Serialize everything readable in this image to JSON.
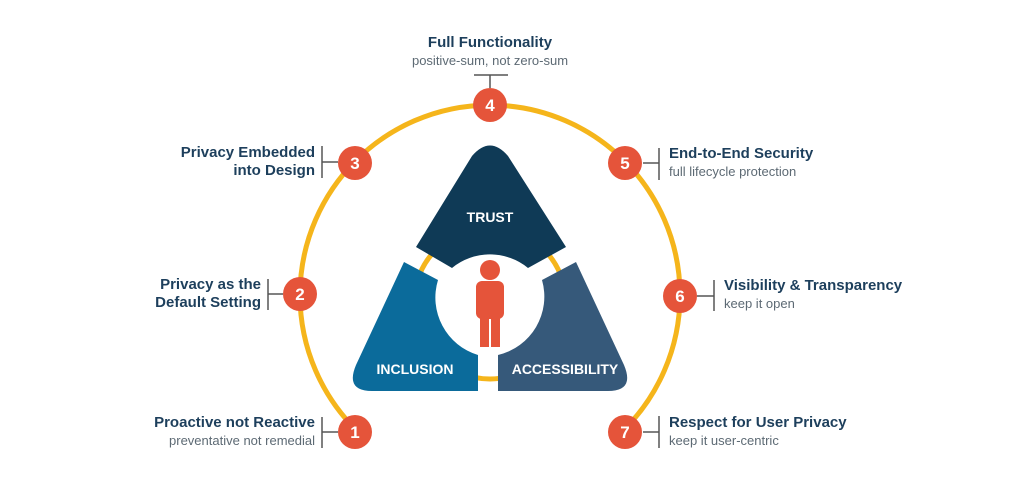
{
  "colors": {
    "ring": "#f5b51b",
    "node": "#e5543a",
    "trust": "#0f3a56",
    "inclusion": "#0b6b9b",
    "accessibility": "#36597a",
    "text": "#1d3f5c"
  },
  "center": {
    "trust": "TRUST",
    "inclusion": "INCLUSION",
    "accessibility": "ACCESSIBILITY"
  },
  "principles": [
    {
      "num": "1",
      "title": "Proactive not Reactive",
      "sub": "preventative not remedial"
    },
    {
      "num": "2",
      "title": "Privacy as the",
      "title2": "Default Setting"
    },
    {
      "num": "3",
      "title": "Privacy Embedded",
      "title2": "into Design"
    },
    {
      "num": "4",
      "title": "Full Functionality",
      "sub": "positive-sum, not zero-sum"
    },
    {
      "num": "5",
      "title": "End-to-End Security",
      "sub": "full lifecycle protection"
    },
    {
      "num": "6",
      "title": "Visibility & Transparency",
      "sub": "keep it open"
    },
    {
      "num": "7",
      "title": "Respect for User Privacy",
      "sub": "keep it user-centric"
    }
  ]
}
